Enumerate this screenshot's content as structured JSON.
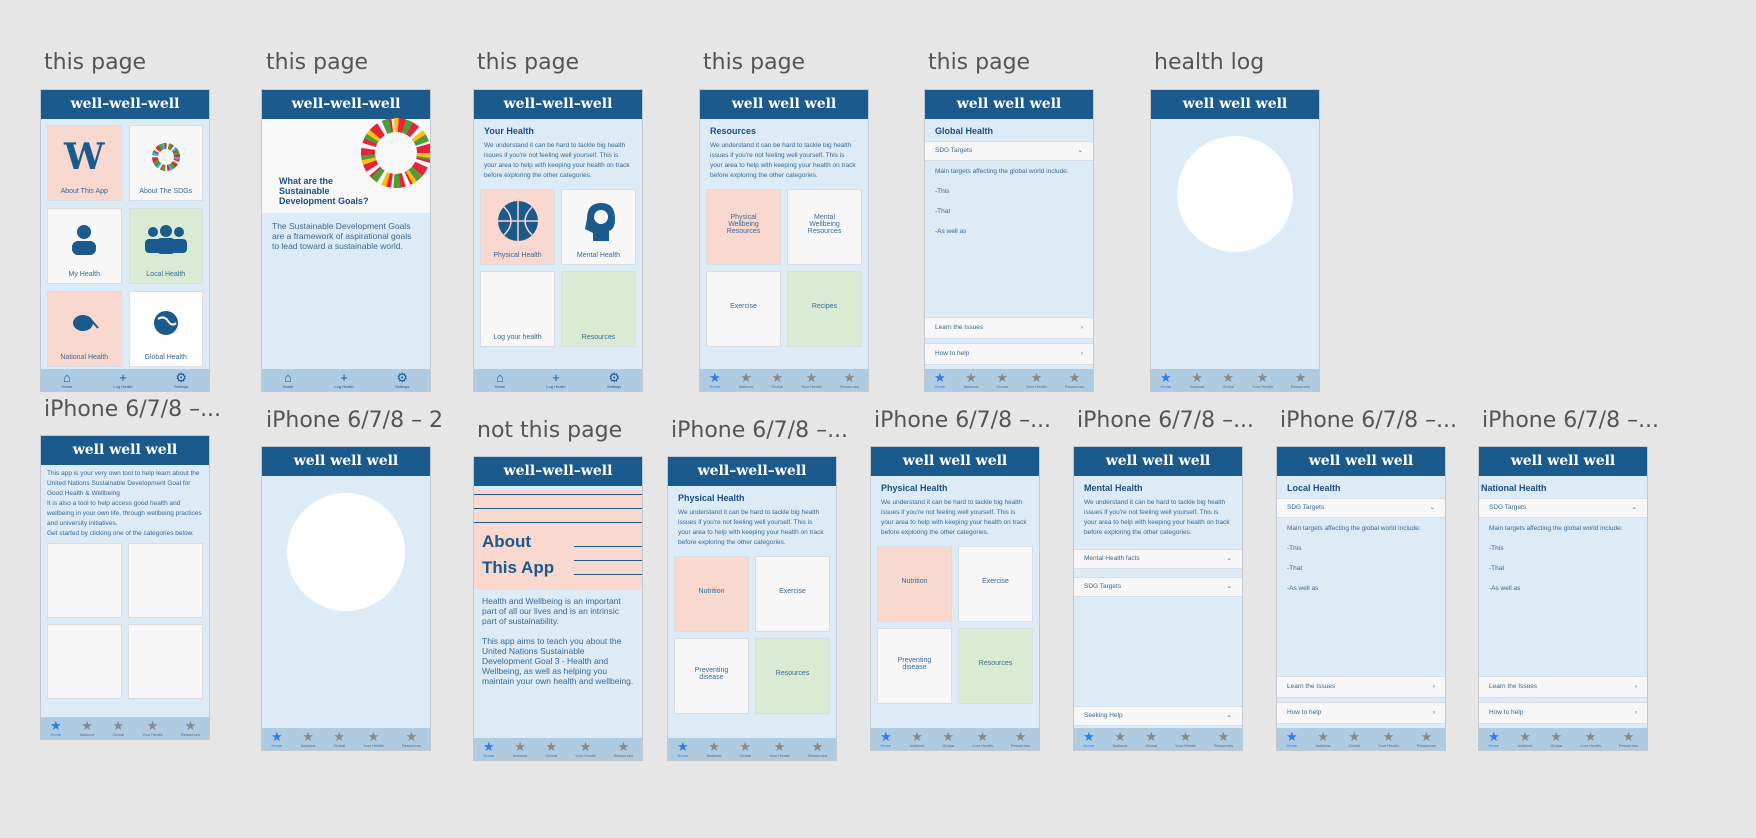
{
  "labels": [
    "this page",
    "this page",
    "this page",
    "this page",
    "this page",
    "health log",
    "iPhone 6/7/8 –...",
    "iPhone 6/7/8 – 2",
    "not this page",
    "iPhone 6/7/8 –...",
    "iPhone 6/7/8 –...",
    "iPhone 6/7/8 –...",
    "iPhone 6/7/8 –...",
    "iPhone 6/7/8 –..."
  ],
  "headers": {
    "hyphen": "well–well–well",
    "plain": "well well well"
  },
  "tabs_home": {
    "home": "Home",
    "log": "Log Health",
    "settings": "Settings"
  },
  "tabs_star": [
    "Home",
    "National",
    "Global",
    "Your Health",
    "Resources"
  ],
  "home": {
    "tiles": [
      "About This App",
      "About The SDGs",
      "My Health",
      "Local Health",
      "National Health",
      "Global Health"
    ],
    "logo": "W"
  },
  "sdg": {
    "title": "What are the Sustainable Development Goals?",
    "body": "The Sustainable Development Goals are a framework of aspirational goals to lead toward a sustainable world."
  },
  "your_health": {
    "title": "Your Health",
    "body": "We understand it can be hard to tackle big health issues if you're not feeling well yourself. This is your area to help with keeping your health on track before exploring the other categories.",
    "tiles": [
      "Physical Health",
      "Mental Health",
      "Log your health",
      "Resources"
    ]
  },
  "resources": {
    "title": "Resources",
    "body": "We understand it can be hard to tackle big health issues if you're not feeling well yourself. This is your area to help with keeping your health on track before exploring the other categories.",
    "tiles": [
      "Physical Wellbeing Resources",
      "Mental Wellbeing Resources",
      "Exercise",
      "Recipes"
    ]
  },
  "global": {
    "title": "Global Health",
    "dropdown": "SDG Targets",
    "body_lines": [
      "Main targets affecting the global world include:",
      "-This",
      "-That",
      "-As well as"
    ],
    "rows": [
      "Learn the Issues",
      "How to help"
    ]
  },
  "about_text": {
    "paras": [
      "This app is your very own tool to help learn about the United Nations Sustainable Development Goal for Good Health & Wellbeing",
      "It is also a tool to help access good health and wellbeing in your own life, through wellbeing practices and university initiatives.",
      "Get started by clicking one of the categories below."
    ]
  },
  "about_app": {
    "title1": "About",
    "title2": "This App",
    "paras": [
      "Health and Wellbeing is an important part of all our lives and is an intrinsic part of sustainability.",
      "This app aims to teach you about the United Nations Sustainable Development Goal 3 - Health and Wellbeing, as well as helping you maintain your own health and wellbeing."
    ]
  },
  "physical": {
    "title": "Physical Health",
    "body": "We understand it can be hard to tackle big health issues if you're not feeling well yourself. This is your area to help with keeping your health on track before exploring the other categories.",
    "tiles": [
      "Nutrition",
      "Exercise",
      "Preventing disease",
      "Resources"
    ]
  },
  "mental": {
    "title": "Mental Health",
    "body": "We understand it can be hard to tackle big health issues if you're not feeling well yourself. This is your area to help with keeping your health on track before exploring the other categories.",
    "rows": [
      "Mental Health facts",
      "SDG Targets",
      "Seeking Help"
    ]
  },
  "local": {
    "title": "Local Health"
  },
  "national": {
    "title": "National Health"
  },
  "colors": {
    "header": "#1a5a8c",
    "bg": "#dcebf5",
    "pink": "#f8d8cf",
    "green": "#d9ecd3",
    "active_tab": "#2b7de9"
  }
}
